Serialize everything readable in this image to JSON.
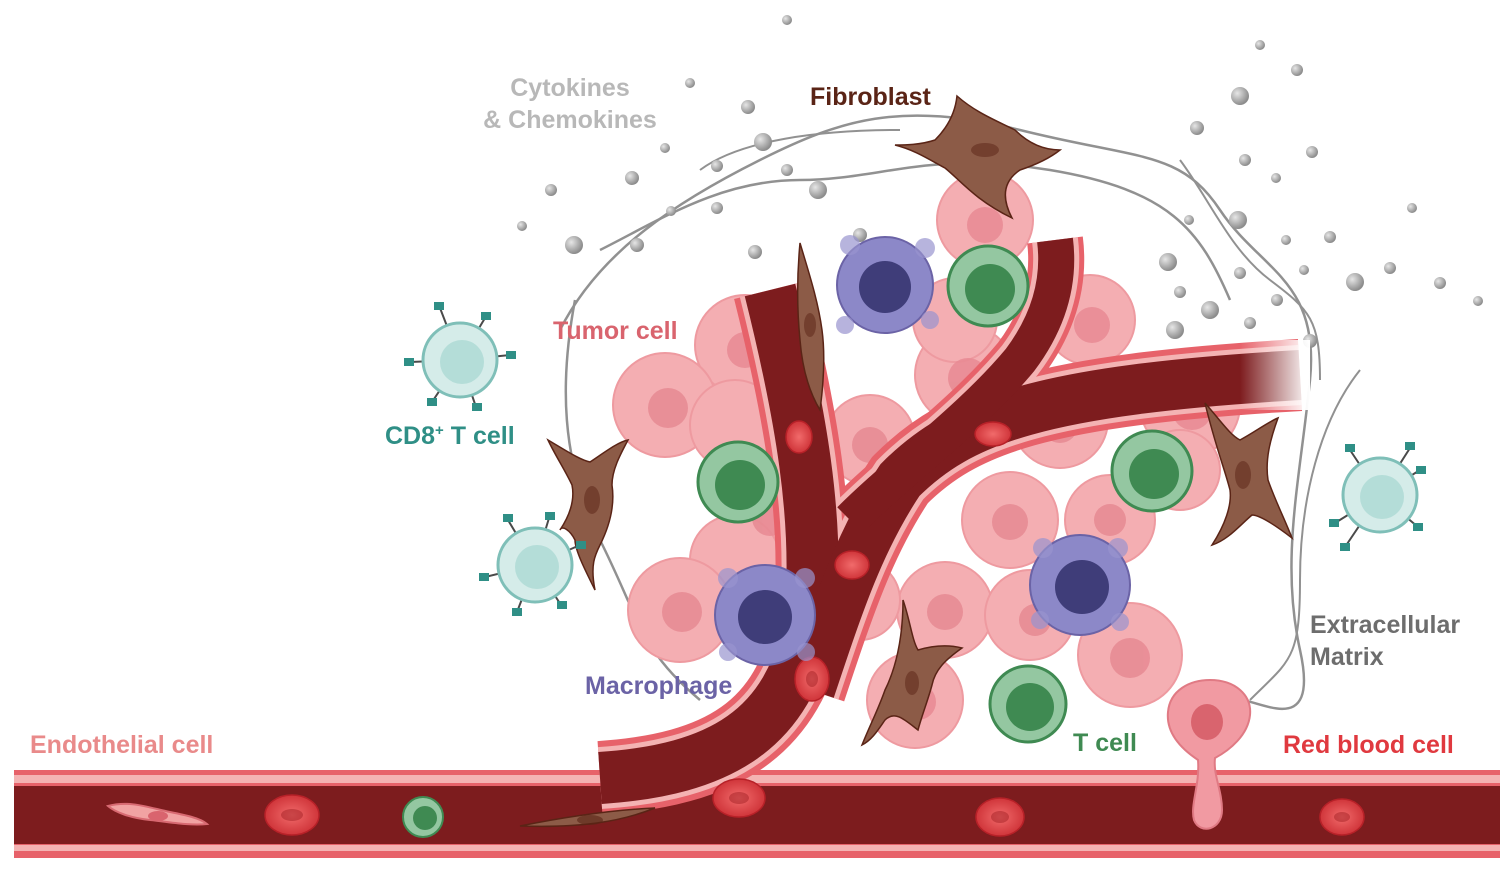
{
  "labels": {
    "cytokines_line1": "Cytokines",
    "cytokines_line2": "& Chemokines",
    "fibroblast": "Fibroblast",
    "tumor_cell": "Tumor cell",
    "cd8_prefix": "CD8",
    "cd8_sup": "+",
    "cd8_suffix": " T cell",
    "macrophage": "Macrophage",
    "endothelial_cell": "Endothelial cell",
    "t_cell": "T cell",
    "red_blood_cell": "Red blood cell",
    "ecm_line1": "Extracellular",
    "ecm_line2": "Matrix"
  },
  "colors": {
    "cytokines": "#b8b8b8",
    "fibroblast": "#5a2416",
    "tumor_cell": "#d9646e",
    "cd8_t_cell": "#2f8f86",
    "macrophage": "#6b63a6",
    "endothelial_cell": "#e98a8a",
    "t_cell": "#3f8a52",
    "red_blood_cell": "#e0393f",
    "extracellular_matrix": "#6d6d6d",
    "vessel_dark": "#7d1c1e",
    "vessel_wall": "#e7626a",
    "vessel_inner": "#f4b3b3"
  }
}
